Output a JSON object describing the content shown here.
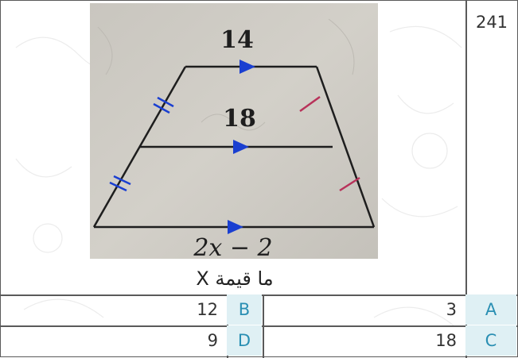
{
  "question": {
    "number": "241",
    "text": "ما قيمة X",
    "figure": {
      "top_length": "14",
      "middle_length": "18",
      "bottom_length": "2x − 2"
    }
  },
  "answers": [
    {
      "letter": "A",
      "value": "3"
    },
    {
      "letter": "B",
      "value": "12"
    },
    {
      "letter": "C",
      "value": "18"
    },
    {
      "letter": "D",
      "value": "9"
    }
  ],
  "colors": {
    "letter_text": "#2a8fb3",
    "letter_bg": "#dff0f4",
    "border": "#5a5a5a",
    "arrow": "#1a3fd1",
    "tick_blue": "#1a3fd1",
    "tick_red": "#b8325a"
  }
}
